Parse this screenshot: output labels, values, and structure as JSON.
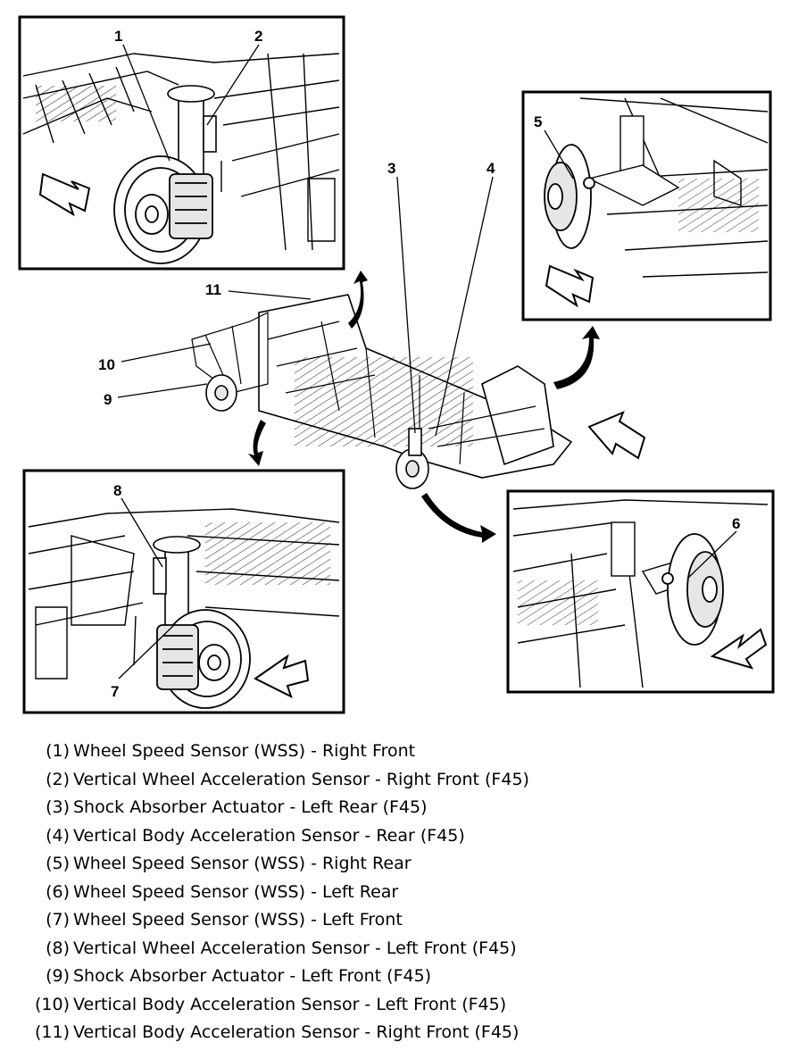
{
  "callouts": [
    "1",
    "2",
    "3",
    "4",
    "5",
    "6",
    "7",
    "8",
    "9",
    "10",
    "11"
  ],
  "legend": [
    {
      "num": "(1)",
      "text": "Wheel Speed Sensor (WSS) - Right Front"
    },
    {
      "num": "(2)",
      "text": "Vertical Wheel Acceleration Sensor - Right Front (F45)"
    },
    {
      "num": "(3)",
      "text": "Shock Absorber Actuator - Left Rear (F45)"
    },
    {
      "num": "(4)",
      "text": "Vertical Body Acceleration Sensor - Rear (F45)"
    },
    {
      "num": "(5)",
      "text": "Wheel Speed Sensor (WSS) - Right Rear"
    },
    {
      "num": "(6)",
      "text": "Wheel Speed Sensor (WSS) - Left Rear"
    },
    {
      "num": "(7)",
      "text": "Wheel Speed Sensor (WSS) - Left Front"
    },
    {
      "num": "(8)",
      "text": "Vertical Wheel Acceleration Sensor - Left Front (F45)"
    },
    {
      "num": "(9)",
      "text": "Shock Absorber Actuator - Left Front (F45)"
    },
    {
      "num": "(10)",
      "text": "Vertical Body Acceleration Sensor - Left Front (F45)"
    },
    {
      "num": "(11)",
      "text": "Vertical Body Acceleration Sensor - Right Front (F45)"
    }
  ],
  "colors": {
    "line": "#000000",
    "fill_light": "#ffffff",
    "fill_shade": "#e6e6e6"
  },
  "icons": [
    "direction-arrow-icon",
    "curved-pointer-arrow-icon"
  ]
}
